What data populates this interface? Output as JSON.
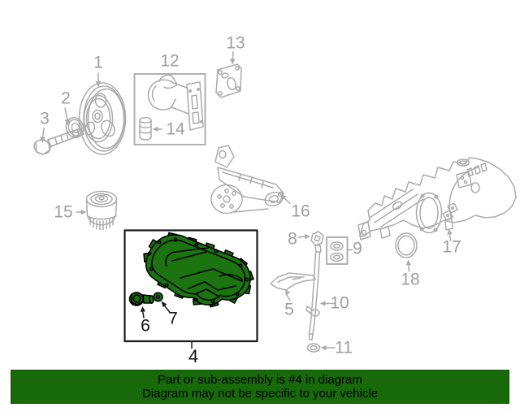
{
  "diagram": {
    "highlighted_part": "4",
    "labels": {
      "l1": "1",
      "l2": "2",
      "l3": "3",
      "l4": "4",
      "l5": "5",
      "l6": "6",
      "l7": "7",
      "l8": "8",
      "l9": "9",
      "l10": "10",
      "l11": "11",
      "l12": "12",
      "l13": "13",
      "l14": "14",
      "l15": "15",
      "l16": "16",
      "l17": "17",
      "l18": "18"
    },
    "colors": {
      "line_gray": "#ababab",
      "label_gray": "#9e9e9e",
      "highlight_green": "#1c7410",
      "highlight_outline": "#000000",
      "banner_green": "#17690a",
      "banner_text": "#000000"
    }
  },
  "banner": {
    "line1": "Part or sub-assembly is #4 in diagram",
    "line2": "Diagram may not be specific to your vehicle"
  }
}
